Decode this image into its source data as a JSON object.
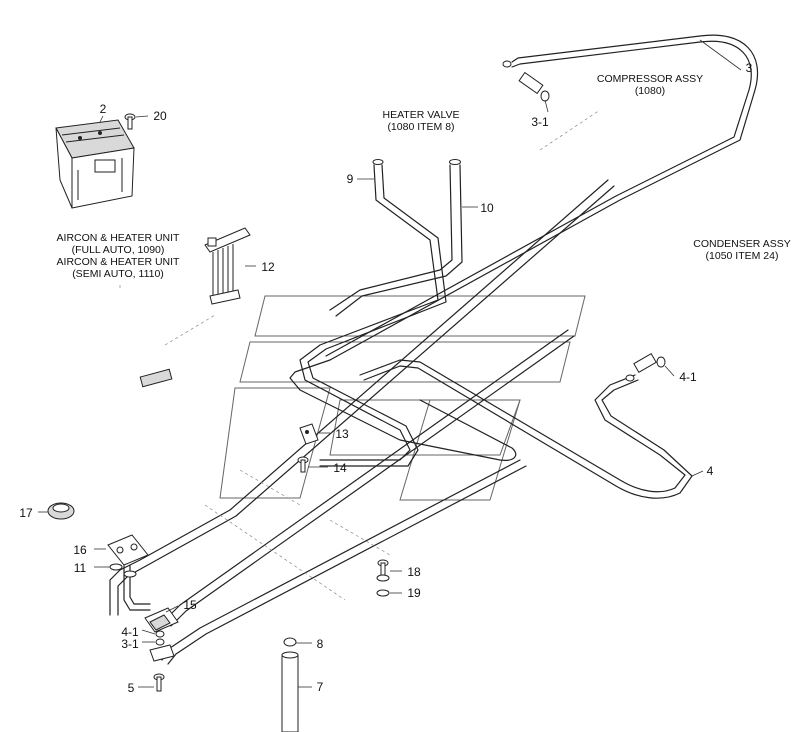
{
  "labels": {
    "heater_valve_title": "HEATER VALVE",
    "heater_valve_ref": "(1080 ITEM 8)",
    "compressor_title": "COMPRESSOR ASSY",
    "compressor_ref": "(1080)",
    "condenser_title": "CONDENSER ASSY",
    "condenser_ref": "(1050 ITEM 24)",
    "aircon_full_title": "AIRCON & HEATER UNIT",
    "aircon_full_ref": "(FULL AUTO, 1090)",
    "aircon_semi_title": "AIRCON & HEATER UNIT",
    "aircon_semi_ref": "(SEMI AUTO, 1110)"
  },
  "callouts": {
    "c2": "2",
    "c20": "20",
    "c3": "3",
    "c3_1_top": "3-1",
    "c9": "9",
    "c10": "10",
    "c12": "12",
    "c13": "13",
    "c14": "14",
    "c4_1_right": "4-1",
    "c4": "4",
    "c17": "17",
    "c16": "16",
    "c11": "11",
    "c15": "15",
    "c4_1_bottom": "4-1",
    "c3_1_bottom": "3-1",
    "c5": "5",
    "c18": "18",
    "c19": "19",
    "c8": "8",
    "c7": "7"
  }
}
